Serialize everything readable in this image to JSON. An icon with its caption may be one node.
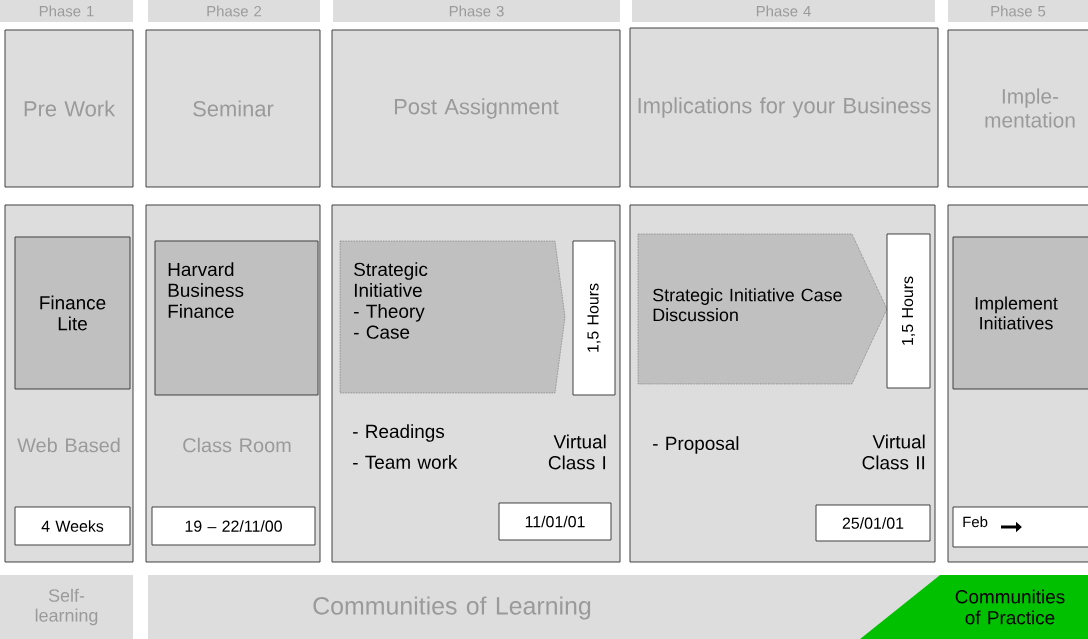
{
  "diagram": {
    "nodes": [
      {
        "text": [
          "Phase 1"
        ]
      },
      {
        "text": [
          "Phase 2"
        ]
      },
      {
        "text": [
          "Phase 3"
        ]
      },
      {
        "text": [
          "Phase 4"
        ]
      },
      {
        "text": [
          "Phase 5"
        ]
      },
      {
        "text": [
          "Pre Work"
        ]
      },
      {
        "text": [
          "Seminar"
        ]
      },
      {
        "text": [
          "Post Assignment"
        ]
      },
      {
        "text": [
          "Implications for your Business"
        ]
      },
      {
        "text": [
          "Imple- mentation"
        ]
      },
      {
        "text": [
          "Web Based"
        ]
      },
      {
        "text": [
          "Finance Lite"
        ],
        "in": 10
      },
      {
        "text": [
          "4 Weeks"
        ],
        "in": 10
      },
      {
        "text": [
          "Class Room"
        ]
      },
      {
        "text": [
          "Harvard Business Finance"
        ],
        "in": 13
      },
      {
        "text": [
          "19 – 22/11/00"
        ],
        "in": 13
      },
      {
        "text": [
          "- Readings",
          "- Team work",
          "Virtual Class I"
        ]
      },
      {
        "text": [
          "Strategic Initiative",
          "- Theory",
          "- Case"
        ],
        "in": 16
      },
      {
        "text": [
          "1,5 Hours"
        ],
        "in": 16
      },
      {
        "text": [
          "11/01/01"
        ],
        "in": 16
      },
      {
        "text": [
          "- Proposal",
          "Virtual Class II"
        ]
      },
      {
        "text": [
          "Strategic Initiative Case Discussion"
        ],
        "in": 20
      },
      {
        "text": [
          "1,5 Hours"
        ],
        "in": 20
      },
      {
        "text": [
          "25/01/01"
        ],
        "in": 20
      },
      {
        "text": [],
        "shape": "box"
      },
      {
        "text": [
          "Implement Initiatives"
        ],
        "in": 24
      },
      {
        "text": [
          "Feb"
        ],
        "in": 24
      },
      {
        "text": [
          "Self- learning"
        ]
      },
      {
        "text": [
          "Communities of Learning"
        ]
      },
      {
        "text": [
          "Communities of Practice"
        ]
      }
    ]
  }
}
